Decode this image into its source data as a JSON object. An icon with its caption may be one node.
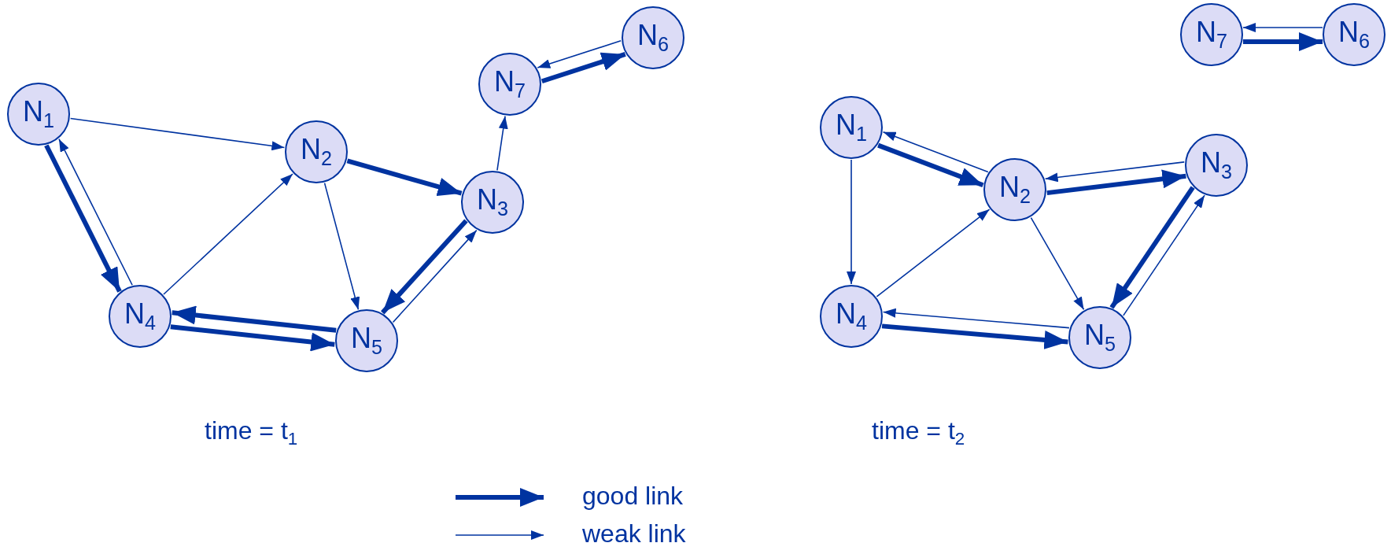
{
  "diagram": {
    "nodes": [
      {
        "text": [
          "N$_{1}$"
        ]
      },
      {
        "text": [
          "N$_{2}$"
        ]
      },
      {
        "text": [
          "N$_{3}$"
        ]
      },
      {
        "text": [
          "N$_{4}$"
        ]
      },
      {
        "text": [
          "N$_{5}$"
        ]
      },
      {
        "text": [
          "N$_{6}$"
        ]
      },
      {
        "text": [
          "N$_{7}$"
        ]
      },
      {
        "text": [
          "N$_{1}$"
        ]
      },
      {
        "text": [
          "N$_{2}$"
        ]
      },
      {
        "text": [
          "N$_{3}$"
        ]
      },
      {
        "text": [
          "N$_{4}$"
        ]
      },
      {
        "text": [
          "N$_{5}$"
        ]
      },
      {
        "text": [
          "N$_{6}$"
        ]
      },
      {
        "text": [
          "N$_{7}$"
        ]
      }
    ],
    "edges": [
      {
        "from": 0,
        "to": 1,
        "arrow": "to"
      },
      {
        "from": 0,
        "to": 3,
        "arrow": "to",
        "style": "thick"
      },
      {
        "from": 3,
        "to": 0,
        "arrow": "to"
      },
      {
        "from": 3,
        "to": 1,
        "arrow": "to"
      },
      {
        "from": 1,
        "to": 2,
        "arrow": "to",
        "style": "thick"
      },
      {
        "from": 1,
        "to": 4,
        "arrow": "to"
      },
      {
        "from": 2,
        "to": 4,
        "arrow": "to",
        "style": "thick"
      },
      {
        "from": 4,
        "to": 2,
        "arrow": "to"
      },
      {
        "from": 4,
        "to": 3,
        "arrow": "to",
        "style": "thick"
      },
      {
        "from": 3,
        "to": 4,
        "arrow": "to",
        "style": "thick"
      },
      {
        "from": 2,
        "to": 6,
        "arrow": "to"
      },
      {
        "from": 6,
        "to": 5,
        "arrow": "to",
        "style": "thick"
      },
      {
        "from": 5,
        "to": 6,
        "arrow": "to"
      },
      {
        "from": 7,
        "to": 8,
        "arrow": "to",
        "style": "thick"
      },
      {
        "from": 8,
        "to": 7,
        "arrow": "to"
      },
      {
        "from": 7,
        "to": 10,
        "arrow": "to"
      },
      {
        "from": 10,
        "to": 8,
        "arrow": "to"
      },
      {
        "from": 8,
        "to": 9,
        "arrow": "to",
        "style": "thick"
      },
      {
        "from": 9,
        "to": 8,
        "arrow": "to"
      },
      {
        "from": 8,
        "to": 11,
        "arrow": "to"
      },
      {
        "from": 9,
        "to": 11,
        "arrow": "to",
        "style": "thick"
      },
      {
        "from": 11,
        "to": 9,
        "arrow": "to"
      },
      {
        "from": 11,
        "to": 10,
        "arrow": "to"
      },
      {
        "from": 10,
        "to": 11,
        "arrow": "to",
        "style": "thick"
      },
      {
        "from": 13,
        "to": 12,
        "arrow": "to",
        "style": "thick"
      },
      {
        "from": 12,
        "to": 13,
        "arrow": "to"
      }
    ],
    "labels": [
      "time = t$_{1}$",
      "time = t$_{2}$"
    ],
    "legend": [
      {
        "text": "good link"
      },
      {
        "text": "weak link"
      }
    ]
  }
}
